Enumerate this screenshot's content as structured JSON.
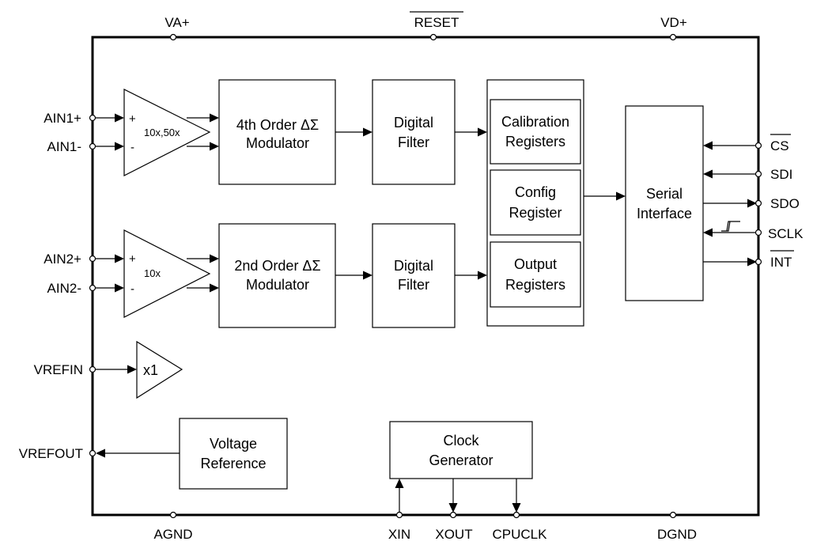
{
  "top_pins": {
    "va": "VA+",
    "reset": "RESET",
    "vd": "VD+"
  },
  "bottom_pins": {
    "agnd": "AGND",
    "xin": "XIN",
    "xout": "XOUT",
    "cpuclk": "CPUCLK",
    "dgnd": "DGND"
  },
  "left_pins": {
    "ain1p": "AIN1+",
    "ain1n": "AIN1-",
    "ain2p": "AIN2+",
    "ain2n": "AIN2-",
    "vrefin": "VREFIN",
    "vrefout": "VREFOUT"
  },
  "right_pins": {
    "cs": "CS",
    "sdi": "SDI",
    "sdo": "SDO",
    "sclk": "SCLK",
    "int": "INT"
  },
  "amps": {
    "amp1": {
      "gain": "10x,50x",
      "plus": "+",
      "minus": "-"
    },
    "amp2": {
      "gain": "10x",
      "plus": "+",
      "minus": "-"
    },
    "buffer": {
      "gain": "x1"
    }
  },
  "blocks": {
    "mod1": [
      "4th Order ΔΣ",
      "Modulator"
    ],
    "mod2": [
      "2nd Order ΔΣ",
      "Modulator"
    ],
    "filter1": [
      "Digital",
      "Filter"
    ],
    "filter2": [
      "Digital",
      "Filter"
    ],
    "calib": [
      "Calibration",
      "Registers"
    ],
    "config": [
      "Config",
      "Register"
    ],
    "output": [
      "Output",
      "Registers"
    ],
    "serial": [
      "Serial",
      "Interface"
    ],
    "vref": [
      "Voltage",
      "Reference"
    ],
    "clock": [
      "Clock",
      "Generator"
    ]
  }
}
